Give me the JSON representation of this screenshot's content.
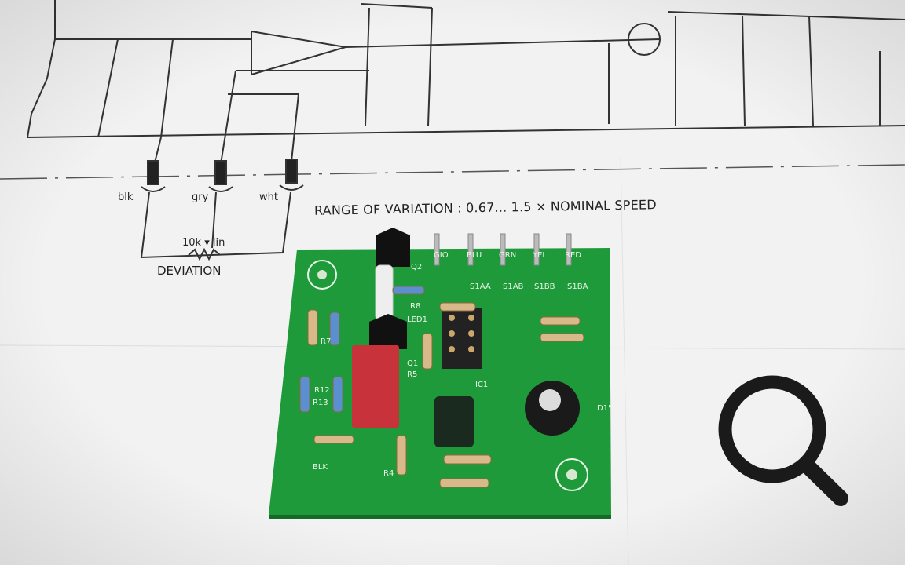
{
  "schematic": {
    "range_note": "RANGE OF VARIATION : 0.67... 1.5 × NOMINAL SPEED",
    "pot_label": "10k ▾ lin",
    "pot_name": "DEVIATION",
    "wires": [
      "blk",
      "gry",
      "wht"
    ]
  },
  "pcb": {
    "pin_labels": [
      "GIO",
      "BLU",
      "GRN",
      "YEL",
      "RED"
    ],
    "pad_labels": [
      "S1AA",
      "S1AB",
      "S1BB",
      "S1BA"
    ],
    "components": [
      "Q2",
      "R8",
      "LED1",
      "R7",
      "Q1",
      "R5",
      "IC1",
      "R12",
      "R13",
      "R4",
      "D15",
      "BLK"
    ]
  },
  "overlay": {
    "icon": "search-icon"
  },
  "colors": {
    "paper": "#f3f3f3",
    "board": "#1f9a3a",
    "icon": "#1a1a1a"
  }
}
